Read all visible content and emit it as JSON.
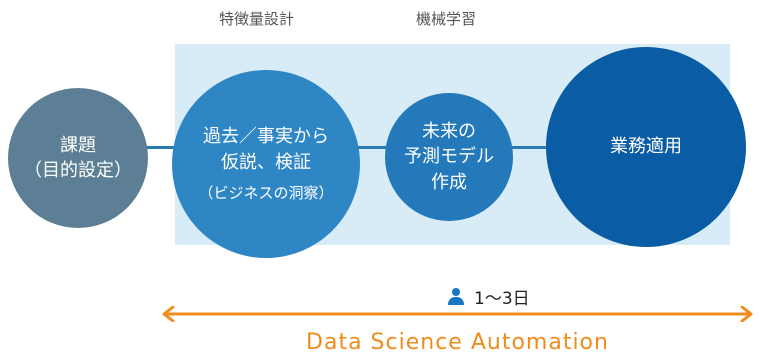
{
  "phases": {
    "feature_engineering": "特徴量設計",
    "machine_learning": "機械学習"
  },
  "nodes": {
    "kadai": {
      "line1": "課題",
      "line2": "（目的設定）"
    },
    "feature": {
      "line1": "過去／事実から",
      "line2": "仮説、検証",
      "line3": "（ビジネスの洞察）"
    },
    "ml": {
      "line1": "未来の",
      "line2": "予測モデル",
      "line3": "作成"
    },
    "ops": {
      "label": "業務適用"
    }
  },
  "duration": {
    "icon": "person-icon",
    "label": "1〜3日"
  },
  "automation": {
    "label": "Data Science Automation"
  },
  "colors": {
    "band": "#d8ecf8",
    "kadai": "#5d7f95",
    "feature": "#2f86c4",
    "ml": "#2379b9",
    "ops": "#0a5da4",
    "accent_orange": "#f08c1e",
    "icon_blue": "#1a78c2"
  }
}
